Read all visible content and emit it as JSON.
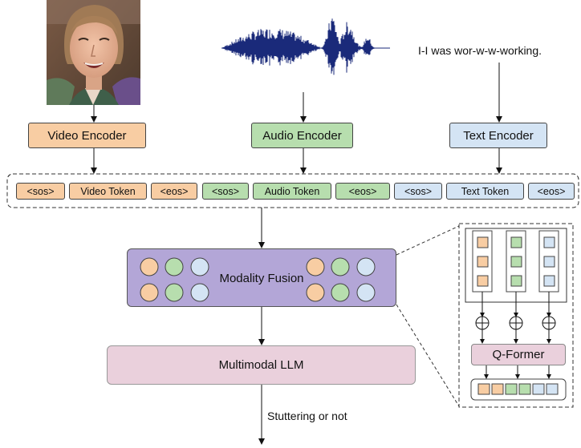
{
  "inputs": {
    "text_sample": "I-I was wor-w-w-working."
  },
  "encoders": {
    "video": "Video Encoder",
    "audio": "Audio Encoder",
    "text": "Text Encoder"
  },
  "tokens": {
    "sos": "<sos>",
    "eos": "<eos>",
    "video": "Video Token",
    "audio": "Audio Token",
    "text": "Text Token"
  },
  "fusion": {
    "label": "Modality Fusion"
  },
  "llm": {
    "label": "Multimodal LLM"
  },
  "output": {
    "label": "Stuttering or not"
  },
  "qformer": {
    "label": "Q-Former"
  },
  "colors": {
    "video": "#f8cda3",
    "audio": "#b7deae",
    "text": "#d4e4f4",
    "fusion": "#b3a6d7",
    "llm": "#ead0dc",
    "waveform": "#1a2a7a"
  },
  "icons": {
    "photo": "video-frame-photo",
    "waveform": "audio-waveform-icon",
    "plus": "circled-plus-icon"
  }
}
